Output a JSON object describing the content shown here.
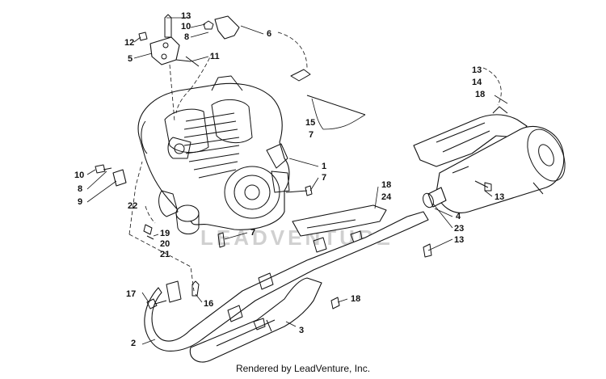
{
  "watermark": "LEADVENTURE",
  "footer": "Rendered by LeadVenture, Inc.",
  "callouts": {
    "c13a": "13",
    "c10a": "10",
    "c8a": "8",
    "c12": "12",
    "c5": "5",
    "c11": "11",
    "c6": "6",
    "c13b": "13",
    "c14": "14",
    "c18a": "18",
    "c15": "15",
    "c7a": "7",
    "c1": "1",
    "c7b": "7",
    "c10b": "10",
    "c8b": "8",
    "c9": "9",
    "c22": "22",
    "c18b": "18",
    "c24": "24",
    "c13c": "13",
    "c4": "4",
    "c23": "23",
    "c13d": "13",
    "c19": "19",
    "c20": "20",
    "c21": "21",
    "c7c": "7",
    "c17": "17",
    "c16": "16",
    "c18c": "18",
    "c2": "2",
    "c3": "3"
  }
}
